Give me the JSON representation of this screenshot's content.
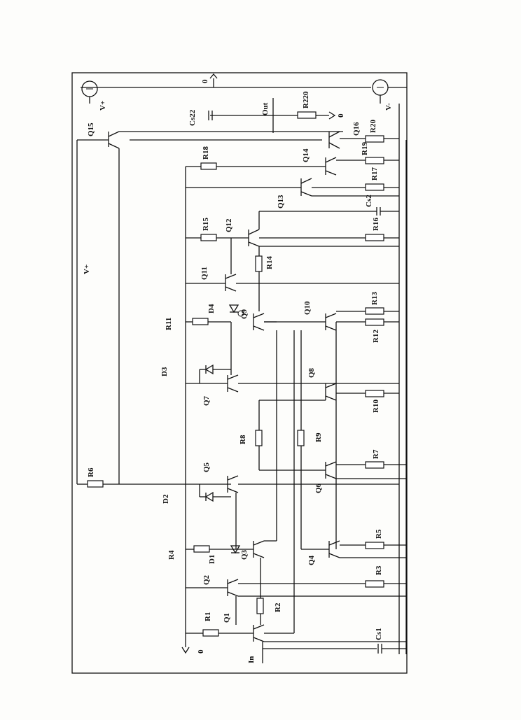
{
  "rails": {
    "vplus_top": "V+",
    "vminus": "V-",
    "vplus_mid": "V+",
    "ground_top": "0",
    "ground_out": "0",
    "ground_in": "0"
  },
  "ports": {
    "input": "In",
    "output": "Out"
  },
  "transistors": [
    "Q1",
    "Q2",
    "Q3",
    "Q4",
    "Q5",
    "Q6",
    "Q7",
    "Q8",
    "Q9",
    "Q10",
    "Q11",
    "Q12",
    "Q13",
    "Q14",
    "Q15",
    "Q16"
  ],
  "resistors": [
    "R1",
    "R2",
    "R3",
    "R4",
    "R5",
    "R6",
    "R7",
    "R8",
    "R9",
    "R10",
    "R11",
    "R12",
    "R13",
    "R14",
    "R15",
    "R16",
    "R17",
    "R18",
    "R19",
    "R20",
    "R220"
  ],
  "capacitors": [
    "Cs1",
    "Cs2",
    "Cs22"
  ],
  "diodes": [
    "D1",
    "D2",
    "D3",
    "D4"
  ],
  "pin_mark": "s"
}
